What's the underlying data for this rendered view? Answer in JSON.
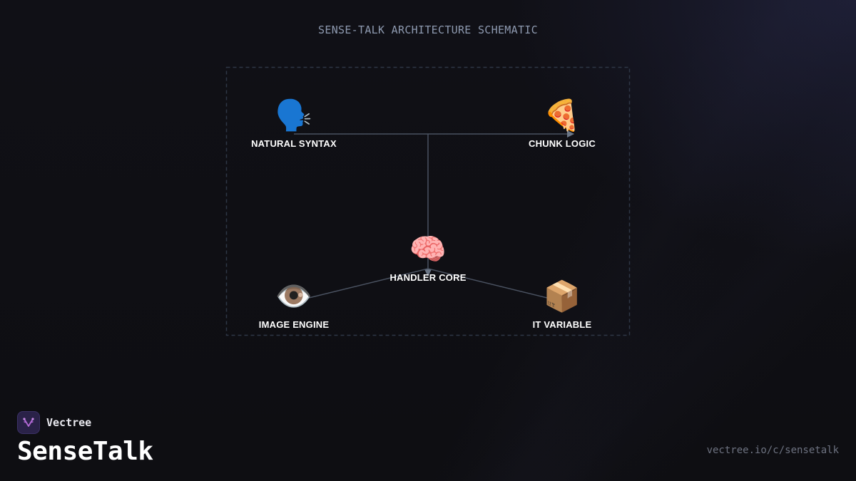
{
  "header": {
    "title": "SENSE-TALK ARCHITECTURE SCHEMATIC"
  },
  "diagram": {
    "nodes": [
      {
        "id": "natural-syntax",
        "icon": "speaking-head",
        "glyph": "🗣️",
        "label": "NATURAL SYNTAX"
      },
      {
        "id": "chunk-logic",
        "icon": "pizza",
        "glyph": "🍕",
        "label": "CHUNK LOGIC"
      },
      {
        "id": "handler-core",
        "icon": "brain",
        "glyph": "🧠",
        "label": "HANDLER CORE"
      },
      {
        "id": "image-engine",
        "icon": "eye",
        "glyph": "👁️",
        "label": "IMAGE ENGINE"
      },
      {
        "id": "it-variable",
        "icon": "package",
        "glyph": "📦",
        "label": "IT VARIABLE"
      }
    ],
    "edges": [
      {
        "from": "natural-syntax",
        "to": "chunk-logic",
        "arrow": true
      },
      {
        "from": "top-midpoint",
        "to": "handler-core",
        "arrow": true
      },
      {
        "from": "image-engine",
        "to": "handler-core",
        "arrow": false
      },
      {
        "from": "handler-core",
        "to": "it-variable",
        "arrow": false
      }
    ],
    "colors": {
      "edge": "#4a5261",
      "arrowhead": "#6b7686",
      "frame": "#2e3746"
    }
  },
  "footer": {
    "brand": "Vectree",
    "product": "SenseTalk",
    "url": "vectree.io/c/sensetalk",
    "logo_icon": "tree-branch-logo",
    "accent": "#b46ad8"
  }
}
